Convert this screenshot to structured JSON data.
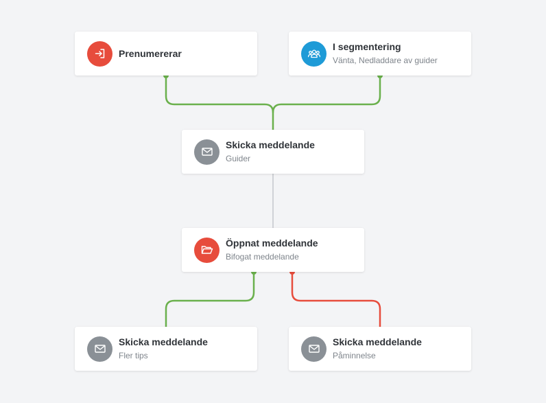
{
  "colors": {
    "green": "#6ab04c",
    "red": "#e74c3c",
    "blue": "#1e9bd7",
    "gray": "#8a9096",
    "line_gray": "#cfd2d6"
  },
  "nodes": {
    "subscribes": {
      "title": "Prenumererar",
      "subtitle": "",
      "icon": "sign-in-icon"
    },
    "in_segment": {
      "title": "I segmentering",
      "subtitle": "Vänta, Nedladdare av guider",
      "icon": "users-icon"
    },
    "send_guides": {
      "title": "Skicka meddelande",
      "subtitle": "Guider",
      "icon": "envelope-icon"
    },
    "opened": {
      "title": "Öppnat meddelande",
      "subtitle": "Bifogat meddelande",
      "icon": "folder-open-icon"
    },
    "send_tips": {
      "title": "Skicka meddelande",
      "subtitle": "Fler tips",
      "icon": "envelope-icon"
    },
    "send_reminder": {
      "title": "Skicka meddelande",
      "subtitle": "Påminnelse",
      "icon": "envelope-icon"
    }
  }
}
